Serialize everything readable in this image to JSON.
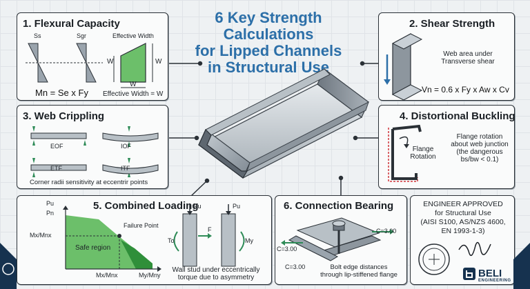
{
  "title": [
    "6 Key Strength Calculations",
    "for Lipped Channels",
    "in Structural Use"
  ],
  "flexural": {
    "heading": "1. Flexural Capacity",
    "ss": "Ss",
    "sgr": "Sgr",
    "effective_width_top": "Effective Width",
    "w_left": "W",
    "w_right": "W",
    "w_bottom": "W",
    "equation": "Mn = Se x Fy",
    "effective_width_eq": "Effective Width = W"
  },
  "shear": {
    "heading": "2. Shear Strength",
    "desc": [
      "Web area under",
      "Transverse shear"
    ],
    "equation": "Vn = 0.6 x Fy x Aw x Cv"
  },
  "crippling": {
    "heading": "3. Web Crippling",
    "eof": "EOF",
    "iof": "IOF",
    "etf": "ETF",
    "itf": "ITF",
    "note": "Corner radii sensitivity at eccentrir points"
  },
  "distortional": {
    "heading": "4. Distortional Buckling",
    "flange": "Flange",
    "rotation": "Rotation",
    "desc": [
      "Flange rotation",
      "about web junction",
      "(the dangerous",
      "bs/bw < 0.1)"
    ]
  },
  "combined": {
    "heading": "5. Combined Loading",
    "pu": "Pu",
    "pn": "Pn",
    "mx_mnx_axis": "Mx/Mnx",
    "failure_point": "Failure Point",
    "safe_region": "Safe region",
    "mx_mnx_bottom": "Mx/Mnx",
    "my_mny": "My/Mny",
    "fu": "Fu",
    "f": "F",
    "to": "To",
    "pu2": "Pu",
    "my": "My",
    "note": [
      "Wall stud under eccentrically",
      "torque due to asymmetry"
    ]
  },
  "bearing": {
    "heading": "6. Connection Bearing",
    "c1": "C=3.00",
    "c2": "C=3.00",
    "c3": "C=3.00",
    "note": [
      "Bolt edge distances",
      "through lip-stiffened flange"
    ]
  },
  "approval": {
    "lines": [
      "ENGINEER APPROVED",
      "for Structural Use",
      "(AISI S100, AS/NZS 4600,",
      "EN 1993-1-3)"
    ],
    "brand": "BELI",
    "brand_sub": "ENGINEERING"
  },
  "colors": {
    "title_blue": "#2c6fa8",
    "green_fill": "#6cbf6a",
    "dark_green": "#2f8f3a",
    "arrow_green": "#2e8b57",
    "red_outline": "#d0343a",
    "navy": "#16324f"
  }
}
